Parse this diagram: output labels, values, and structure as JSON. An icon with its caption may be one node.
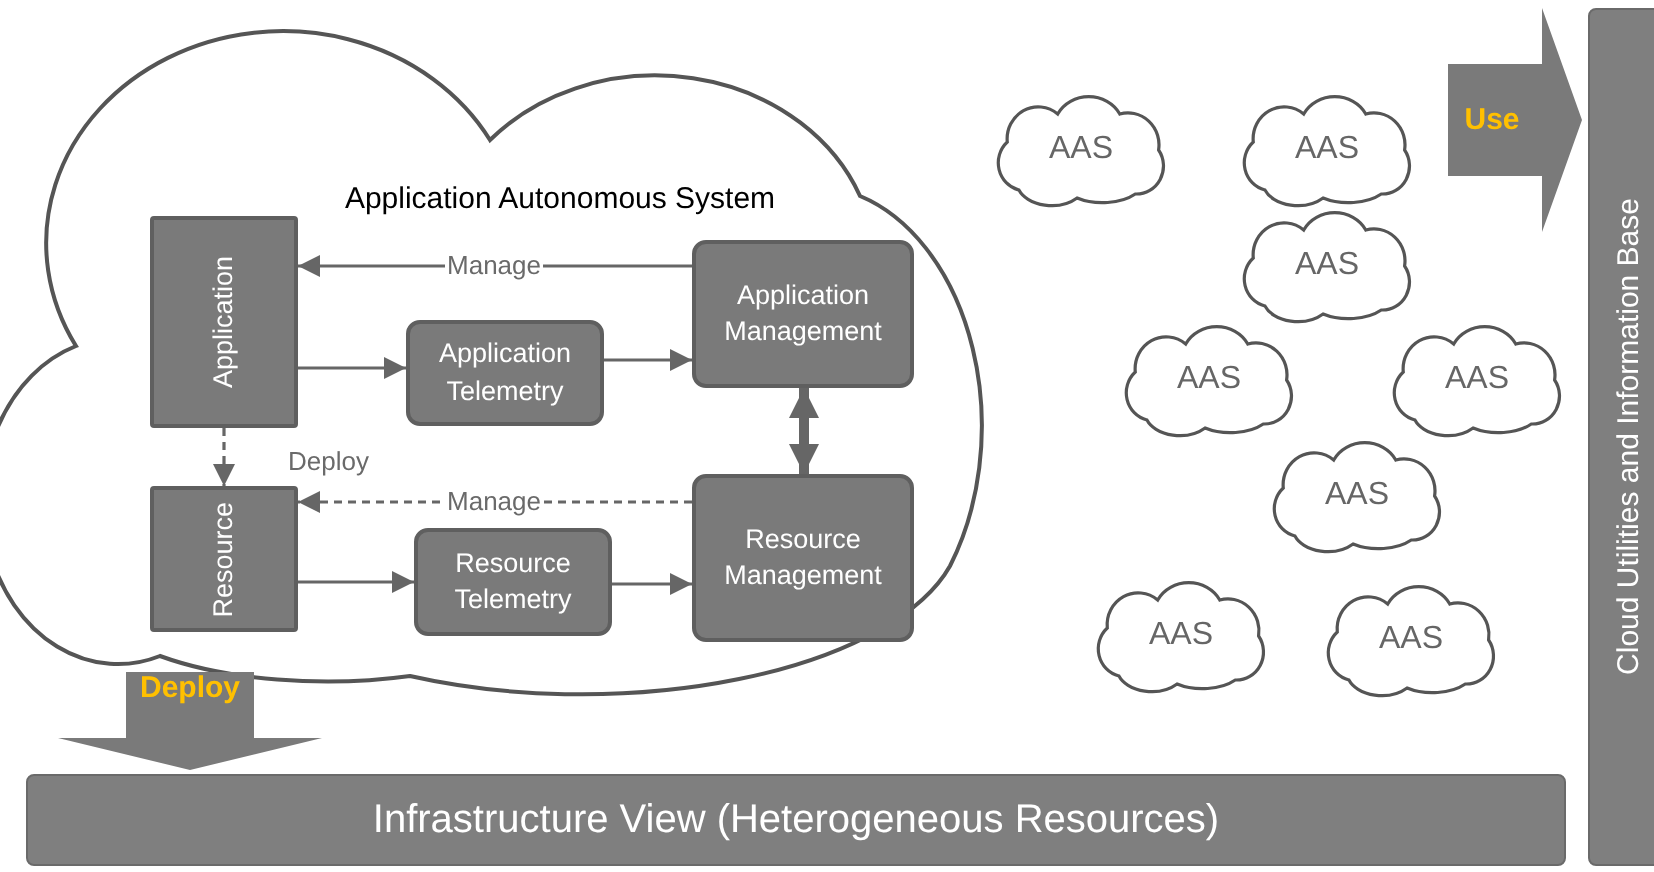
{
  "diagram": {
    "nodes": [
      {
        "text": [
          "Application Autonomous System"
        ]
      },
      {
        "text": [
          "Application"
        ],
        "in": 0
      },
      {
        "text": [
          "Application Telemetry"
        ],
        "in": 0
      },
      {
        "text": [
          "Application Management"
        ],
        "in": 0
      },
      {
        "text": [
          "Resource"
        ],
        "in": 0
      },
      {
        "text": [
          "Resource Telemetry"
        ],
        "in": 0
      },
      {
        "text": [
          "Resource Management"
        ],
        "in": 0
      },
      {
        "text": [
          "AAS"
        ]
      },
      {
        "text": [
          "AAS"
        ]
      },
      {
        "text": [
          "AAS"
        ]
      },
      {
        "text": [
          "AAS"
        ]
      },
      {
        "text": [
          "AAS"
        ]
      },
      {
        "text": [
          "AAS"
        ]
      },
      {
        "text": [
          "AAS"
        ]
      },
      {
        "text": [
          "AAS"
        ]
      },
      {
        "text": [
          "Infrastructure View (Heterogeneous Resources)"
        ]
      },
      {
        "text": [
          "Cloud Utilities and Information Base"
        ]
      }
    ],
    "edges": [
      {
        "from": 3,
        "to": 1,
        "arrow": "to",
        "label": "Manage"
      },
      {
        "from": 1,
        "to": 2,
        "arrow": "to"
      },
      {
        "from": 2,
        "to": 3,
        "arrow": "to"
      },
      {
        "from": 3,
        "to": 6,
        "arrow": "both",
        "style": "thick"
      },
      {
        "from": 1,
        "to": 4,
        "arrow": "to",
        "label": "Deploy",
        "style": "dashed"
      },
      {
        "from": 6,
        "to": 4,
        "arrow": "to",
        "label": "Manage",
        "style": "dashed"
      },
      {
        "from": 4,
        "to": 5,
        "arrow": "to"
      },
      {
        "from": 5,
        "to": 6,
        "arrow": "to"
      },
      {
        "from": 0,
        "to": 15,
        "arrow": "to",
        "label": "Deploy",
        "style": "thick"
      },
      {
        "from": null,
        "to": 16,
        "arrow": "to",
        "label": "Use",
        "style": "thick"
      }
    ]
  }
}
